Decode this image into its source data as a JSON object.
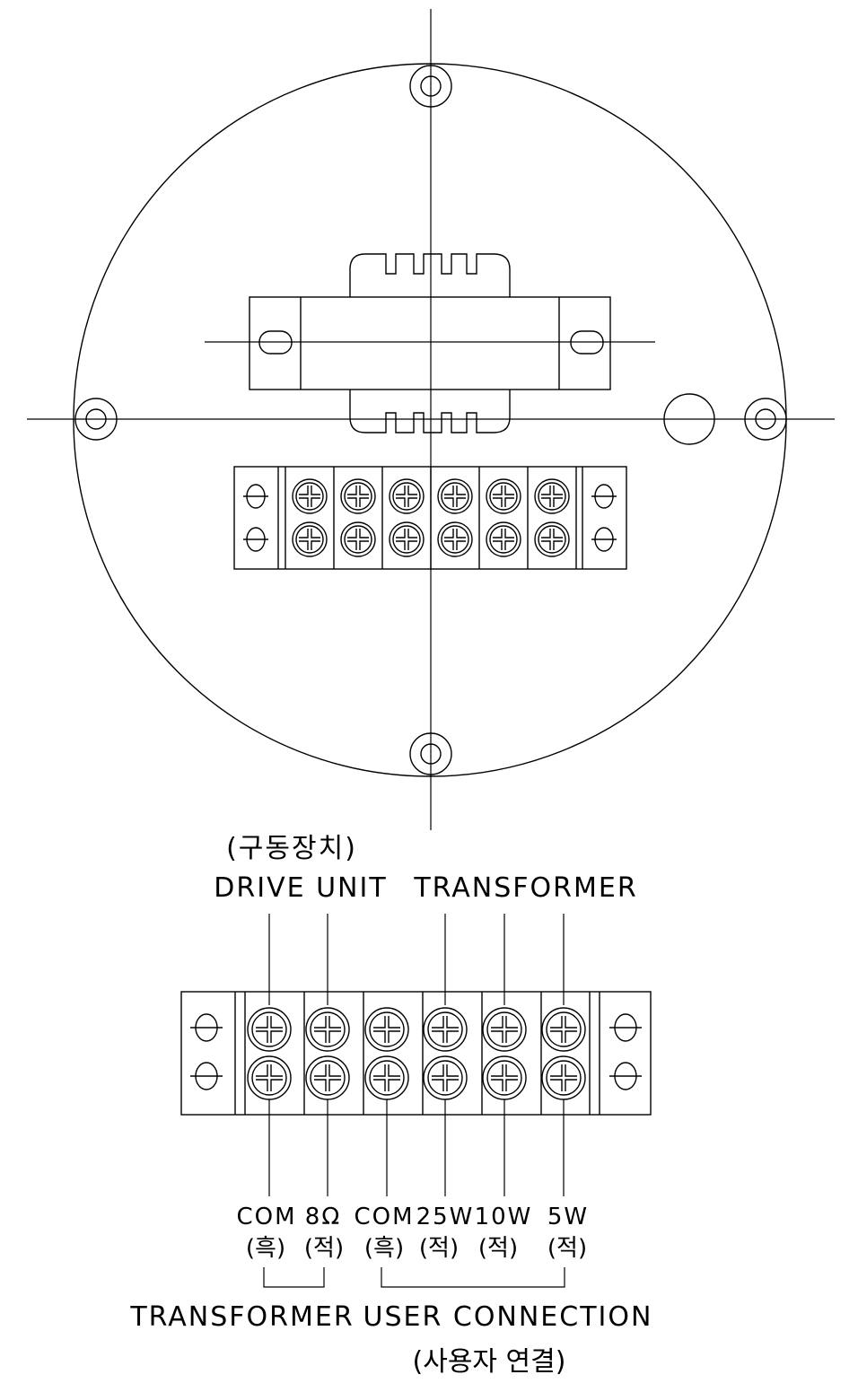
{
  "labels": {
    "drive_unit_ko": "(구동장치)",
    "drive_unit": "DRIVE UNIT",
    "transformer_top": "TRANSFORMER",
    "terminals": [
      {
        "name": "COM",
        "color": "(흑)"
      },
      {
        "name": "8Ω",
        "color": "(적)"
      },
      {
        "name": "COM",
        "color": "(흑)"
      },
      {
        "name": "25W",
        "color": "(적)"
      },
      {
        "name": "10W",
        "color": "(적)"
      },
      {
        "name": "5W",
        "color": "(적)"
      }
    ],
    "transformer_bottom": "TRANSFORMER",
    "user_connection": "USER CONNECTION",
    "user_connection_ko": "(사용자 연결)"
  }
}
